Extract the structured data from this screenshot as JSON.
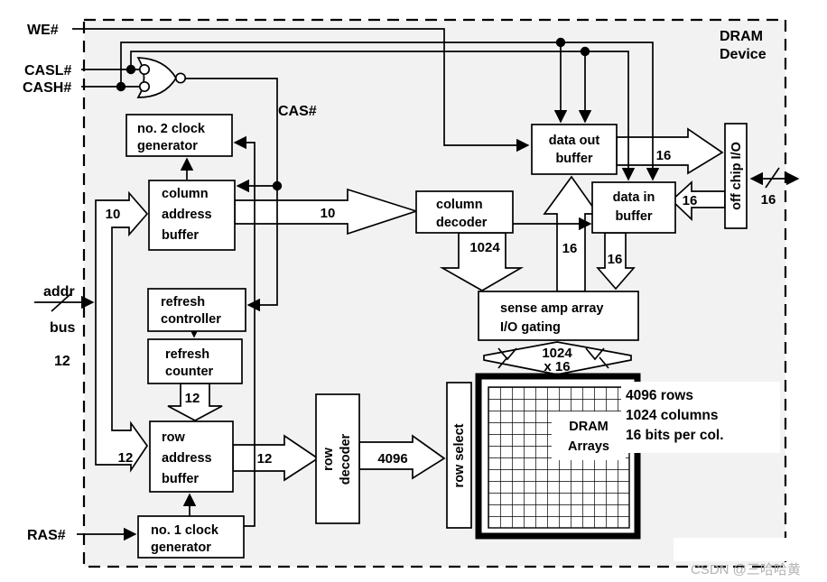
{
  "device": {
    "line1": "DRAM",
    "line2": "Device"
  },
  "pins": {
    "we": "WE#",
    "casl": "CASL#",
    "cash": "CASH#",
    "cas": "CAS#",
    "ras": "RAS#",
    "addr": "addr",
    "bus": "bus",
    "addr_width": "12"
  },
  "blocks": {
    "no2_clock": {
      "line1": "no. 2 clock",
      "line2": "generator"
    },
    "col_addr_buffer": {
      "line1": "column",
      "line2": "address",
      "line3": "buffer"
    },
    "refresh_controller": {
      "line1": "refresh",
      "line2": "controller"
    },
    "refresh_counter": {
      "line1": "refresh",
      "line2": "counter"
    },
    "row_addr_buffer": {
      "line1": "row",
      "line2": "address",
      "line3": "buffer"
    },
    "no1_clock": {
      "line1": "no. 1 clock",
      "line2": "generator"
    },
    "row_decoder": {
      "line1": "row",
      "line2": "decoder"
    },
    "column_decoder": {
      "line1": "column",
      "line2": "decoder"
    },
    "sense_amp": {
      "line1": "sense amp array",
      "line2": "I/O gating"
    },
    "data_out_buffer": {
      "line1": "data out",
      "line2": "buffer"
    },
    "data_in_buffer": {
      "line1": "data in",
      "line2": "buffer"
    },
    "off_chip_io": {
      "label": "off chip I/O"
    },
    "row_select": {
      "label": "row select"
    },
    "dram_arrays": {
      "line1": "DRAM",
      "line2": "Arrays"
    }
  },
  "widths": {
    "col_in": "10",
    "col_out": "10",
    "refresh_out": "12",
    "row_in": "12",
    "row_out": "12",
    "row_dec_out": "4096",
    "col_dec_out": "1024",
    "array_l1": "1024",
    "array_l2": "x 16",
    "sense_up": "16",
    "din_down": "16",
    "dout_io": "16",
    "io_din": "16",
    "external": "16"
  },
  "annotation": {
    "line1": "4096 rows",
    "line2": "1024 columns",
    "line3": "16 bits per col."
  },
  "watermark": "CSDN @三哈哈黄",
  "colors": {
    "canvas": "#ffffff",
    "panel": "#f2f2f2",
    "line": "#000000",
    "watermark": "#b2b2b2"
  }
}
